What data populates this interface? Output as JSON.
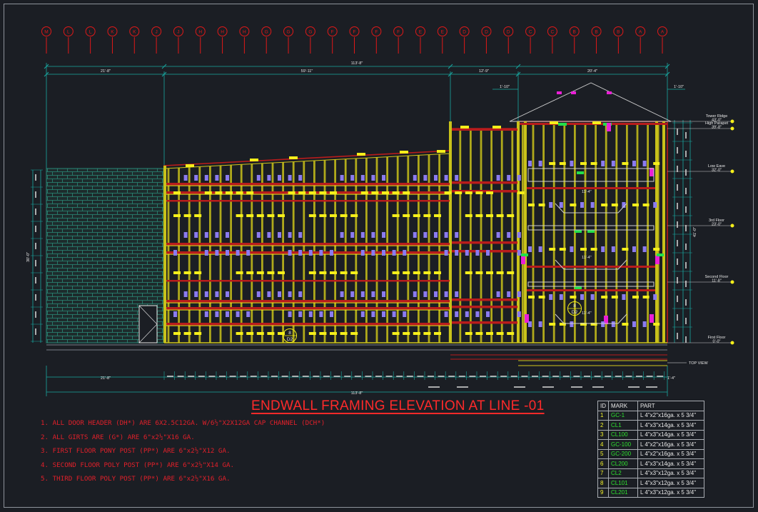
{
  "title": "ENDWALL FRAMING ELEVATION AT LINE -01",
  "notes": [
    "1. ALL DOOR HEADER (DH*) ARE 6X2.5C12GA. W/6½\"X2X12GA CAP CHANNEL (DCH*)",
    "2. ALL GIRTS ARE (G*) ARE 6\"x2½\"X16 GA.",
    "3. FIRST FLOOR PONY POST (PP*) ARE 6\"x2½\"X12 GA.",
    "4. SECOND FLOOR POLY POST (PP*) ARE 6\"x2½\"X14 GA.",
    "5. THIRD FLOOR POLY POST (PP*) ARE 6\"x2½\"X16 GA."
  ],
  "table": {
    "headers": [
      "ID",
      "MARK",
      "PART"
    ],
    "rows": [
      {
        "id": "1",
        "mark": "GC-1",
        "part": "L 4\"x2\"x16ga. x 5 3/4\""
      },
      {
        "id": "2",
        "mark": "CL1",
        "part": "L 4\"x3\"x14ga. x 5 3/4\""
      },
      {
        "id": "3",
        "mark": "CL100",
        "part": "L 4\"x3\"x14ga. x 5 3/4\""
      },
      {
        "id": "4",
        "mark": "GC-100",
        "part": "L 4\"x2\"x16ga. x 5 3/4\""
      },
      {
        "id": "5",
        "mark": "GC-200",
        "part": "L 4\"x2\"x16ga. x 5 3/4\""
      },
      {
        "id": "6",
        "mark": "CL200",
        "part": "L 4\"x3\"x14ga. x 5 3/4\""
      },
      {
        "id": "7",
        "mark": "CL2",
        "part": "L 4\"x3\"x12ga. x 5 3/4\""
      },
      {
        "id": "8",
        "mark": "CL101",
        "part": "L 4\"x3\"x12ga. x 5 3/4\""
      },
      {
        "id": "9",
        "mark": "CL201",
        "part": "L 4\"x3\"x12ga. x 5 3/4\""
      }
    ]
  },
  "dimensions": {
    "overall_top": "113'-8\"",
    "overall_bottom": "113'-8\"",
    "seg1": "21'-8\"",
    "seg2": "59'-11\"",
    "seg3": "12'-9\"",
    "seg4": "20'-4\"",
    "left_total": "30'-0\"",
    "right_total": "41'-0\"",
    "bottom_left": "21'-8\"",
    "offset_left": "1'-10\"",
    "offset_right": "1'-10\"",
    "bottom_right": "1'-4\""
  },
  "levels": [
    {
      "name": "Tower Ridge",
      "value": "43'-0\""
    },
    {
      "name": "High Parapet",
      "value": "39'-8\""
    },
    {
      "name": "Low Eave",
      "value": "32'-0\""
    },
    {
      "name": "3rd Floor",
      "value": "23'-0\""
    },
    {
      "name": "Second Floor",
      "value": "11'-8\""
    },
    {
      "name": "First Floor",
      "value": "0'-0\""
    }
  ],
  "top_view_label": "TOP VIEW",
  "section_tags": [
    {
      "num": "8",
      "sheet": "D2"
    },
    {
      "num": "8",
      "sheet": "D2"
    }
  ],
  "room_dims": [
    "11'-4\"",
    "11'-4\"",
    "11'-4\""
  ],
  "grid_labels": [
    "M",
    "L",
    "L",
    "K",
    "K",
    "J",
    "J",
    "H",
    "H",
    "H",
    "G",
    "G",
    "G",
    "F",
    "F",
    "F",
    "F",
    "E",
    "E",
    "D",
    "D",
    "D",
    "C",
    "C",
    "B",
    "B",
    "B",
    "A",
    "A"
  ],
  "colors": {
    "background": "#1b1e24",
    "stud": "#c9c21a",
    "grid_bubble": "#e01818",
    "dimension": "#18a8a0",
    "beam": "#b81c1c",
    "label_yellow": "#f5ef1a",
    "label_purple": "#8b7bf0",
    "label_magenta": "#ea1fd6",
    "label_green": "#22e04a",
    "brick": "#2a8a78"
  }
}
